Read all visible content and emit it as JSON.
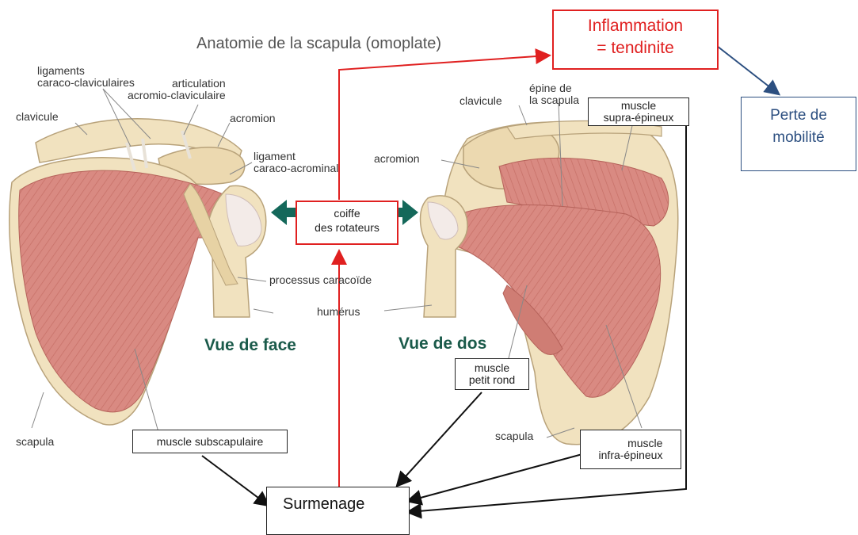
{
  "title": "Anatomie de la scapula (omoplate)",
  "front_labels": {
    "ligaments": "ligaments\ncaraco-claviculaires",
    "clavicule": "clavicule",
    "articulation": "articulation\nacromio-claviculaire",
    "acromion": "acromion",
    "ligament": "ligament\ncaraco-acrominal",
    "processus": "processus caracoïde",
    "humerus": "humérus",
    "scapula": "scapula",
    "view": "Vue de face"
  },
  "back_labels": {
    "clavicule": "clavicule",
    "epine": "épine de\nla scapula",
    "acromion": "acromion",
    "scapula": "scapula",
    "view": "Vue de dos"
  },
  "boxes": {
    "inflammation": "Inflammation\n= tendinite",
    "perte": "Perte de\nmobilité",
    "coiffe": "coiffe\ndes rotateurs",
    "supra": "muscle\nsupra-épineux",
    "petit_rond": "muscle\npetit rond",
    "subscapulaire": "muscle subscapulaire",
    "infra": "muscle\ninfra-épineux",
    "surmenage": "Surmenage"
  },
  "colors": {
    "red": "#e02020",
    "blue": "#2c4f80",
    "teal_arrow": "#14685a",
    "muscle": "#d98a82",
    "bone": "#f1e2bf"
  }
}
